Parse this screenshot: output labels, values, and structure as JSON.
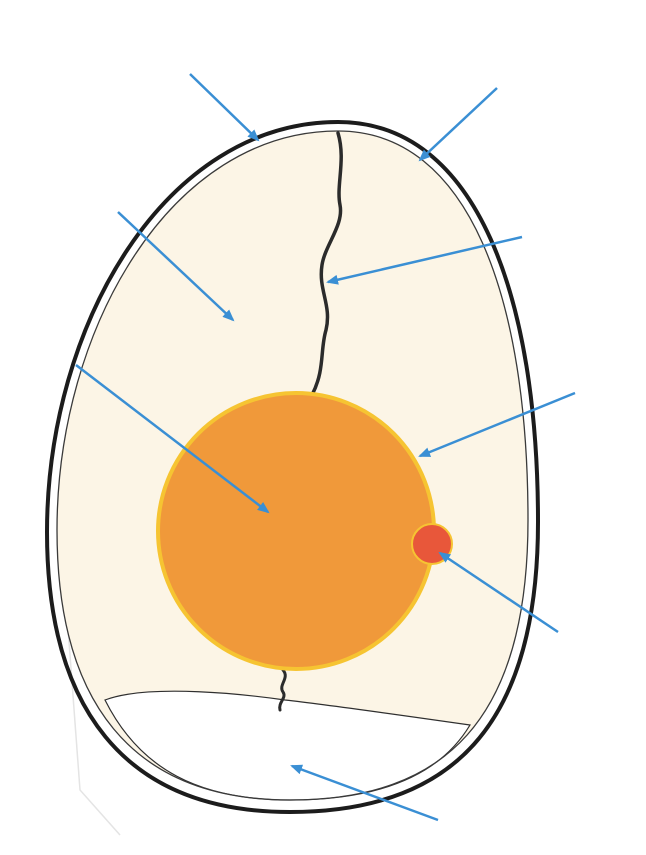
{
  "diagram": {
    "title": "",
    "labels": [],
    "colors": {
      "background": "#ffffff",
      "shell_outline": "#1c1c1c",
      "inner_membrane": "#3a3a3a",
      "albumen": "#fcf5e6",
      "yolk": "#f0993a",
      "yolk_rim": "#f6c432",
      "germinal_disc": "#e8573a",
      "chalaza": "#2b2b2b",
      "air_cell": "#ffffff",
      "arrow": "#3a8fd4"
    },
    "arrows": [
      {
        "points_to": "shell",
        "name": "arrow-shell"
      },
      {
        "points_to": "shell-membrane",
        "name": "arrow-shell-membrane"
      },
      {
        "points_to": "chalaza",
        "name": "arrow-chalaza"
      },
      {
        "points_to": "albumen",
        "name": "arrow-albumen"
      },
      {
        "points_to": "yolk",
        "name": "arrow-yolk"
      },
      {
        "points_to": "yolk-membrane",
        "name": "arrow-yolk-membrane"
      },
      {
        "points_to": "germinal-disc",
        "name": "arrow-germinal-disc"
      },
      {
        "points_to": "air-cell",
        "name": "arrow-air-cell"
      }
    ]
  }
}
